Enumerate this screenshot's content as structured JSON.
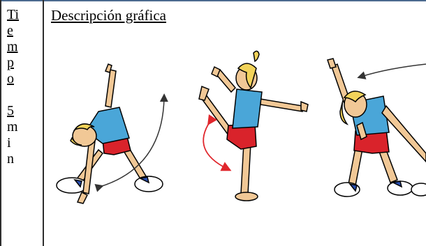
{
  "table": {
    "left_column_lines": [
      "Ti",
      "e",
      "m",
      "p",
      "o",
      "",
      "5",
      "m",
      "i",
      "n"
    ],
    "right_header": "Descripción gráfica"
  },
  "colors": {
    "shirt": "#4aa6d8",
    "shorts": "#d9232b",
    "hair": "#f2d35a",
    "skin": "#f1c896",
    "shoe": "#2a4fb0",
    "arrow_dark": "#333333",
    "arrow_red": "#e0262c"
  },
  "illustrations": [
    "figure-side-bend-lunge",
    "figure-leg-swing",
    "figure-side-stretch"
  ]
}
